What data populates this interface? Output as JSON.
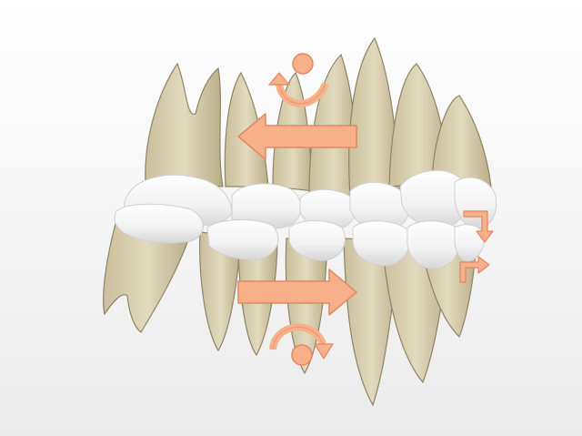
{
  "diagram": {
    "subject": "dental-arch-side-view",
    "colors": {
      "background_top": "#ffffff",
      "background_bottom": "#ebebeb",
      "root": "#d9d0b0",
      "root_shadow": "#b8ad88",
      "root_line": "#8e8466",
      "crown": "#f4f4f4",
      "crown_shadow": "#d6d6d6",
      "arrow_fill": "#f7b089",
      "arrow_stroke": "#e3875e"
    },
    "annotations": [
      {
        "kind": "arrow-left",
        "meaning": "upper-arch-distal-movement"
      },
      {
        "kind": "arrow-right",
        "meaning": "lower-arch-mesial-movement"
      },
      {
        "kind": "rotation-upper",
        "meaning": "upper-arch-rotation"
      },
      {
        "kind": "rotation-lower",
        "meaning": "lower-arch-rotation"
      },
      {
        "kind": "corner-arrow-upper-right",
        "meaning": "incisor-intrusion"
      },
      {
        "kind": "corner-arrow-lower-right",
        "meaning": "incisor-extrusion"
      }
    ]
  }
}
